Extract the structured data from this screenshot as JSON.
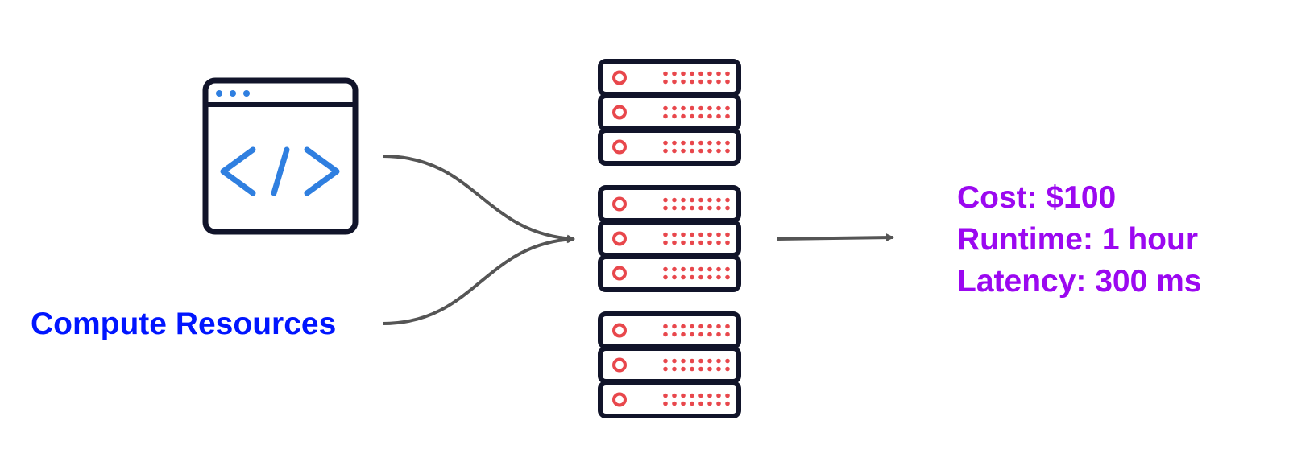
{
  "colors": {
    "outline": "#11142a",
    "code_icon": "#2f7fe0",
    "server_accent": "#e8474c",
    "arrow": "#555555",
    "label_blue": "#0015ff",
    "metrics_purple": "#9b08f0"
  },
  "icons": {
    "code_window": "code-window-icon",
    "server": "server-rack-icon"
  },
  "labels": {
    "compute_resources": "Compute Resources"
  },
  "metrics": {
    "cost": "Cost: $100",
    "runtime": "Runtime: 1 hour",
    "latency": "Latency: 300 ms"
  }
}
